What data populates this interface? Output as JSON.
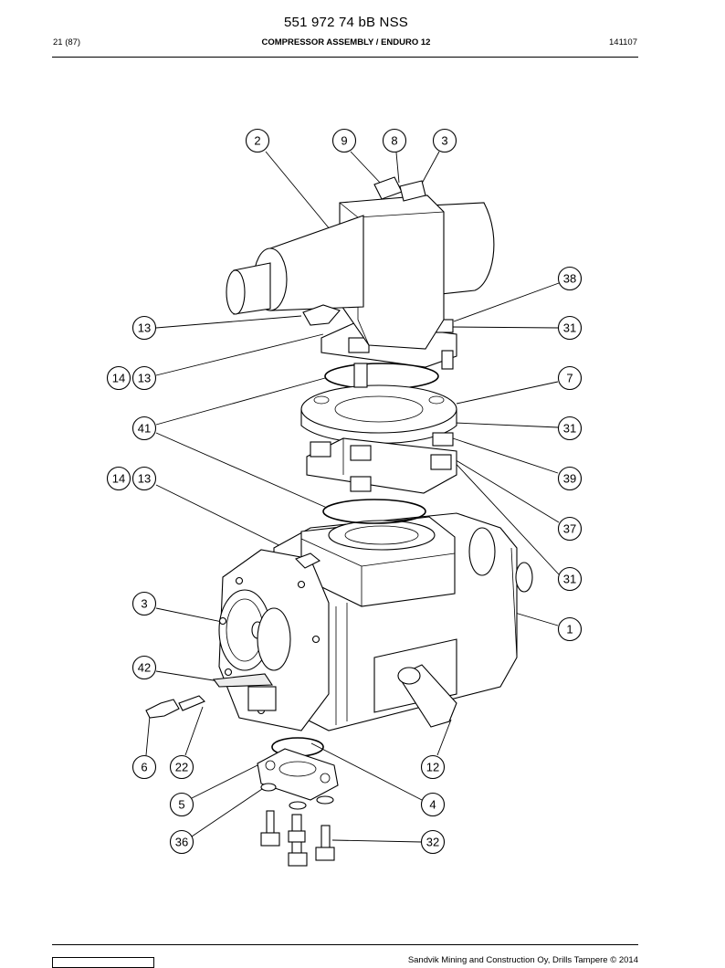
{
  "header": {
    "doc_number": "551 972 74 bB NSS",
    "page": "21 (87)",
    "title": "COMPRESSOR ASSEMBLY / ENDURO 12",
    "date": "141107"
  },
  "footer": {
    "copyright": "Sandvik Mining and Construction Oy, Drills Tampere © 2014",
    "logo": "sandvik-logo"
  },
  "callouts": {
    "c2": "2",
    "c9": "9",
    "c8": "8",
    "c3a": "3",
    "c38": "38",
    "c13a": "13",
    "c31a": "31",
    "c14a": "14",
    "c13b": "13",
    "c7": "7",
    "c41": "41",
    "c31b": "31",
    "c14b": "14",
    "c13c": "13",
    "c39": "39",
    "c37": "37",
    "c31c": "31",
    "c3b": "3",
    "c1": "1",
    "c42": "42",
    "c6": "6",
    "c22": "22",
    "c12": "12",
    "c5": "5",
    "c4": "4",
    "c36": "36",
    "c32": "32"
  }
}
